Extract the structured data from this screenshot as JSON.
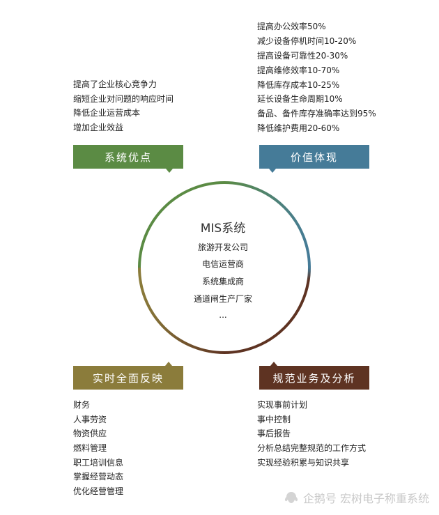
{
  "value": {
    "label": "价值体现",
    "items": [
      "提高办公效率50%",
      "减少设备停机时间10-20%",
      "提高设备可靠性20-30%",
      "提高维修效率10-70%",
      "降低库存成本10-25%",
      "延长设备生命周期10%",
      "备品、备件库存准确率达到95%",
      "降低维护费用20-60%"
    ]
  },
  "advantages": {
    "label": "系统优点",
    "items": [
      "提高了企业核心竞争力",
      "缩短企业对问题的响应时间",
      "降低企业运营成本",
      "增加企业效益"
    ]
  },
  "realtime": {
    "label": "实时全面反映",
    "items": [
      "财务",
      "人事劳资",
      "物资供应",
      "燃料管理",
      "职工培训信息",
      "掌握经营动态",
      "优化经营管理"
    ]
  },
  "standard": {
    "label": "规范业务及分析",
    "items": [
      "实现事前计划",
      "事中控制",
      "事后报告",
      "分析总结完整规范的工作方式",
      "实现经验积累与知识共享"
    ]
  },
  "center": {
    "title": "MIS系统",
    "items": [
      "旅游开发公司",
      "电信运营商",
      "系统集成商",
      "通道闸生产厂家",
      "..."
    ]
  },
  "colors": {
    "green": "#5b8b44",
    "blue": "#457b98",
    "olive": "#8b7c3b",
    "brown": "#5e3322"
  },
  "watermark": {
    "icon": "penguin-logo-icon",
    "text": "企鹅号 宏树电子称重系统"
  }
}
